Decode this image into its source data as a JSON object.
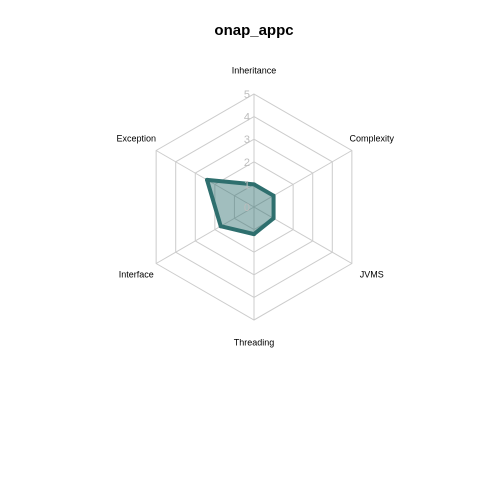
{
  "chart_data": {
    "type": "radar",
    "title": "onap_appc",
    "axes": [
      "Inheritance",
      "Complexity",
      "JVMS",
      "Threading",
      "Interface",
      "Exception"
    ],
    "ticks": [
      "0",
      "1",
      "2",
      "3",
      "4",
      "5"
    ],
    "range": [
      0,
      5
    ],
    "grid": true,
    "series": [
      {
        "values": [
          1.0,
          1.0,
          1.0,
          1.2,
          1.7,
          2.4
        ],
        "color": "#2e6f6e",
        "fill_color": "#2e6f6e",
        "fill_opacity": 0.45
      }
    ]
  }
}
